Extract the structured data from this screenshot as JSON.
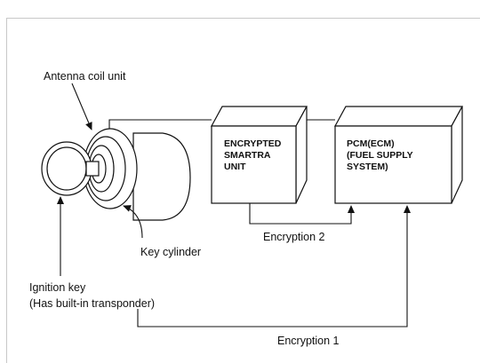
{
  "labels": {
    "antenna": "Antenna coil unit",
    "key_cylinder": "Key cylinder",
    "ignition_key_1": "Ignition key",
    "ignition_key_2": "(Has built-in transponder)",
    "encryption_2": "Encryption 2",
    "encryption_1": "Encryption 1"
  },
  "boxes": {
    "smartra": [
      "ENCRYPTED",
      "SMARTRA",
      "UNIT"
    ],
    "pcm": [
      "PCM(ECM)",
      "(FUEL SUPPLY",
      "SYSTEM)"
    ]
  },
  "colors": {
    "line": "#111111",
    "border": "#c8c8c8",
    "box_side": "#ffffff"
  }
}
